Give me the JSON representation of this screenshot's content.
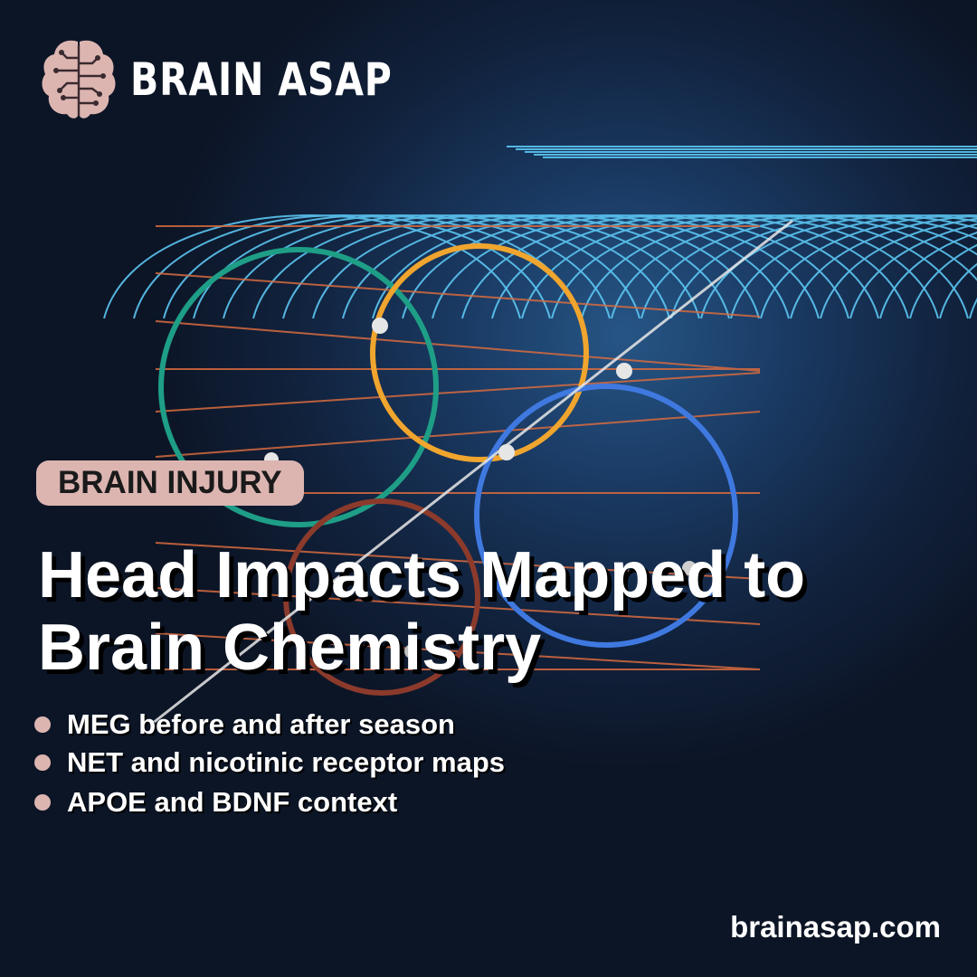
{
  "brand": {
    "name": "BRAIN ASAP",
    "logo_icon": "brain-circuit-icon",
    "logo_color": "#dcb5b1"
  },
  "tag": {
    "label": "BRAIN INJURY"
  },
  "headline": {
    "line1": "Head Impacts Mapped to",
    "line2": "Brain Chemistry"
  },
  "bullets": [
    {
      "text": "MEG before and after season"
    },
    {
      "text": "NET and nicotinic receptor maps"
    },
    {
      "text": "APOE and BDNF context"
    }
  ],
  "footer": {
    "website": "brainasap.com"
  },
  "colors": {
    "background": "#0d1424",
    "accent_pink": "#dcb5b1",
    "wave_blue": "#5cc6f2",
    "line_orange": "#d86b3f",
    "ring_green": "#1e9e86",
    "ring_yellow": "#f0a52e",
    "ring_blue": "#3f79e0",
    "ring_rust": "#8b3a2c"
  }
}
